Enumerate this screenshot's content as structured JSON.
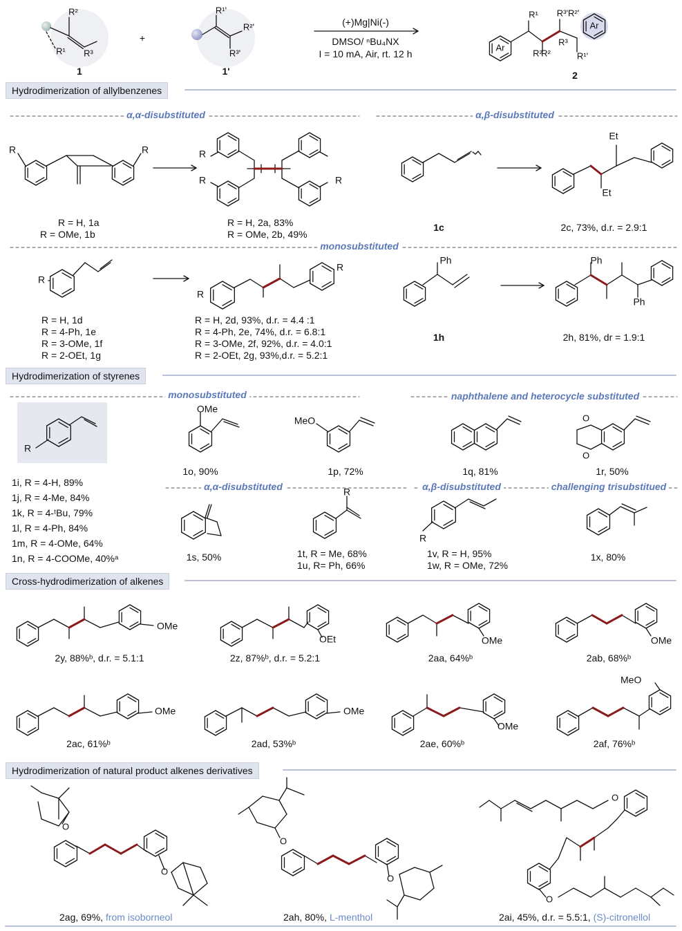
{
  "scheme": {
    "reactant1_number": "1",
    "reactant2_number": "1'",
    "product_number": "2",
    "plus": "+",
    "cond_line1": "(+)Mg|Ni(-)",
    "cond_line2": "DMSO/ ⁿBu₄NX",
    "cond_line3": "I = 10 mA, Air, rt. 12 h"
  },
  "sections": {
    "allyl": "Hydrodimerization of allylbenzenes",
    "styrenes": "Hydrodimerization of styrenes",
    "cross": "Cross-hydrodimerization of alkenes",
    "natural": "Hydrodimerization of natural product alkenes derivatives"
  },
  "subheads": {
    "aa1": "α,α-disubstituted",
    "ab1": "α,β-disubstituted",
    "mono1": "monosubstituted",
    "mono2": "monosubstituted",
    "naph": "naphthalene and heterocycle substituted",
    "aa2": "α,α-disubstituted",
    "ab2": "α,β-disubstituted",
    "tri": "challenging trisubstitued"
  },
  "labels": {
    "r1a": "R = H, 1a",
    "r1b": "R = OMe, 1b",
    "p2a": "R = H, 2a, 83%",
    "p2b": "R = OMe, 2b, 49%",
    "c1c": "1c",
    "p2c": "2c, 73%, d.r. = 2.9:1",
    "r1d": "R = H, 1d",
    "r1e": "R = 4-Ph, 1e",
    "r1f": "R = 3-OMe, 1f",
    "r1g": "R = 2-OEt, 1g",
    "p2d": "R = H, 2d, 93%, d.r. = 4.4 :1",
    "p2e": "R = 4-Ph, 2e, 74%, d.r. = 6.8:1",
    "p2f": "R = 3-OMe, 2f, 92%, d.r. = 4.0:1",
    "p2g": "R = 2-OEt, 2g, 93%,d.r. = 5.2:1",
    "c1h": "1h",
    "p2h": "2h, 81%, dr = 1.9:1",
    "s1i": "1i, R = 4-H, 89%",
    "s1j": "1j, R = 4-Me, 84%",
    "s1k": "1k, R = 4-ᵗBu, 79%",
    "s1l": "1l, R = 4-Ph, 84%",
    "s1m": "1m, R = 4-OMe, 64%",
    "s1n": "1n, R = 4-COOMe, 40%ᵃ",
    "s1o": "1o, 90%",
    "s1p": "1p, 72%",
    "s1q": "1q, 81%",
    "s1r": "1r, 50%",
    "s1s": "1s, 50%",
    "s1t": "1t, R = Me, 68%",
    "s1u": "1u, R= Ph, 66%",
    "s1v": "1v, R = H, 95%",
    "s1w": "1w, R = OMe, 72%",
    "s1x": "1x, 80%",
    "x2y": "2y, 88%ᵇ, d.r. = 5.1:1",
    "x2z": "2z, 87%ᵇ, d.r. = 5.2:1",
    "x2aa": "2aa, 64%ᵇ",
    "x2ab": "2ab, 68%ᵇ",
    "x2ac": "2ac, 61%ᵇ",
    "x2ad": "2ad, 53%ᵇ",
    "x2ae": "2ae, 60%ᵇ",
    "x2af": "2af, 76%ᵇ",
    "n2ag": "2ag, 69%,",
    "n2ag_src": "from isoborneol",
    "n2ah": "2ah, 80%,",
    "n2ah_src": "L-menthol",
    "n2ai": "2ai, 45%, d.r. = 5.5:1,",
    "n2ai_src": "(S)-citronellol"
  },
  "atoms": {
    "R": "R",
    "OMe": "OMe",
    "MeO": "MeO",
    "OEt": "OEt",
    "Et": "Et",
    "Ph": "Ph",
    "Ar": "Ar",
    "O": "O",
    "R1": "R¹",
    "R2": "R²",
    "R3": "R³",
    "R1p": "R¹'",
    "R2p": "R²'",
    "R3p": "R³'",
    "R3pR2p": "R³'R²'"
  },
  "colors": {
    "bond_highlight": "#8b1a1a",
    "subhead": "#5b78b8",
    "section_bg": "#dfe4ef",
    "sphere": "#a6abd2"
  }
}
